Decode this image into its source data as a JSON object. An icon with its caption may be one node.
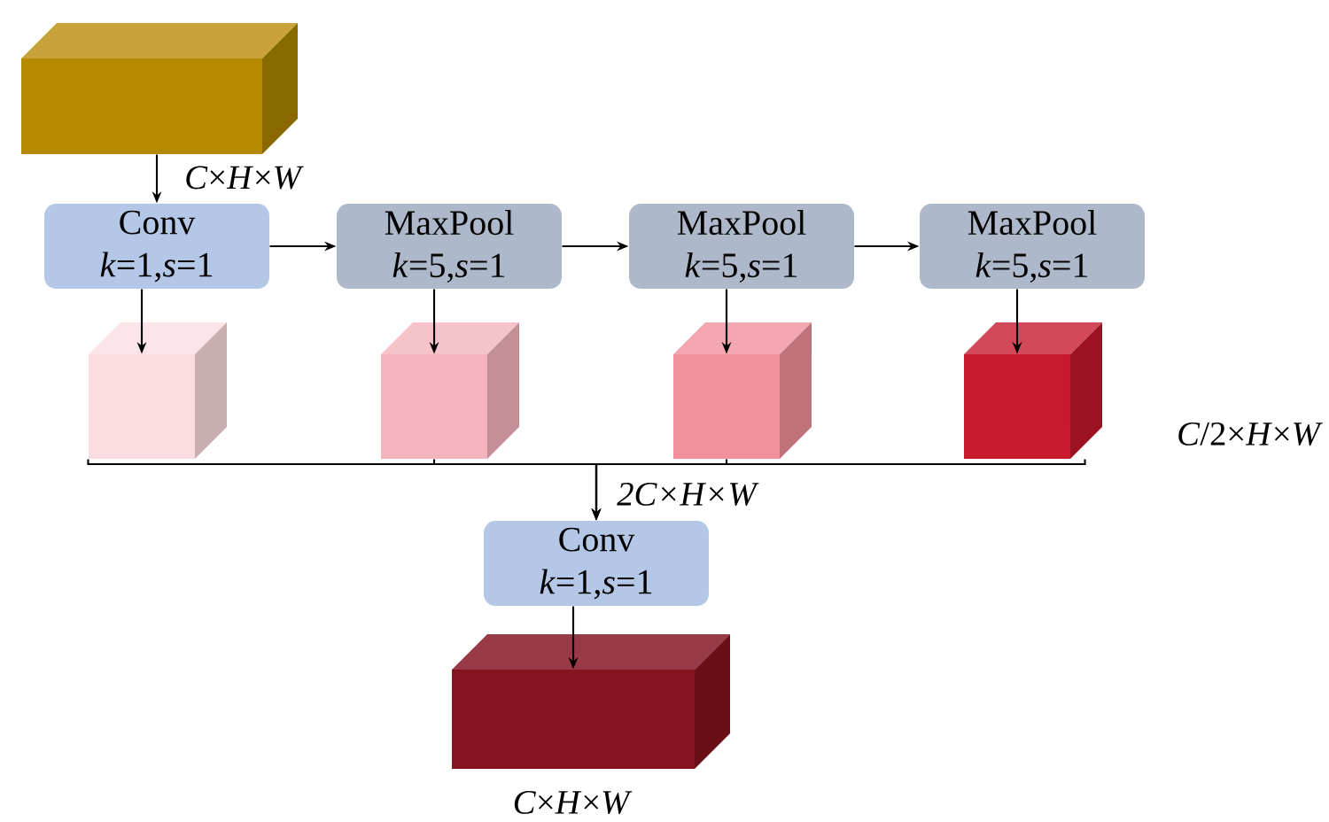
{
  "diagram": {
    "nodes": [
      {
        "text": [],
        "shape": "cuboid"
      },
      {
        "text": [
          "Conv",
          "*k*=1,*s*=1"
        ]
      },
      {
        "text": [
          "MaxPool",
          "*k*=5,*s*=1"
        ]
      },
      {
        "text": [
          "MaxPool",
          "*k*=5,*s*=1"
        ]
      },
      {
        "text": [
          "MaxPool",
          "*k*=5,*s*=1"
        ]
      },
      {
        "text": [],
        "shape": "cube"
      },
      {
        "text": [],
        "shape": "cube"
      },
      {
        "text": [],
        "shape": "cube"
      },
      {
        "text": [],
        "shape": "cube",
        "beside": [
          "*C*/2×*H*×*W*"
        ]
      },
      {
        "text": [
          "Conv",
          "*k*=1,*s*=1"
        ]
      },
      {
        "text": [],
        "shape": "cuboid",
        "beside": [
          "*C*×*H*×*W*"
        ]
      }
    ],
    "edges": [
      {
        "from": 0,
        "to": 1,
        "arrow": "to",
        "label": "*C*×*H*×*W*"
      },
      {
        "from": 1,
        "to": 2,
        "arrow": "to"
      },
      {
        "from": 2,
        "to": 3,
        "arrow": "to"
      },
      {
        "from": 3,
        "to": 4,
        "arrow": "to"
      },
      {
        "from": 1,
        "to": 5,
        "arrow": "to"
      },
      {
        "from": 2,
        "to": 6,
        "arrow": "to"
      },
      {
        "from": 3,
        "to": 7,
        "arrow": "to"
      },
      {
        "from": 4,
        "to": 8,
        "arrow": "to"
      },
      {
        "from": 5,
        "to": 9,
        "arrow": "to",
        "label": "2C×H×W"
      },
      {
        "from": 6,
        "to": 9,
        "arrow": "to"
      },
      {
        "from": 7,
        "to": 9,
        "arrow": "to"
      },
      {
        "from": 8,
        "to": 9,
        "arrow": "to"
      },
      {
        "from": 9,
        "to": 10,
        "arrow": "to"
      }
    ]
  }
}
